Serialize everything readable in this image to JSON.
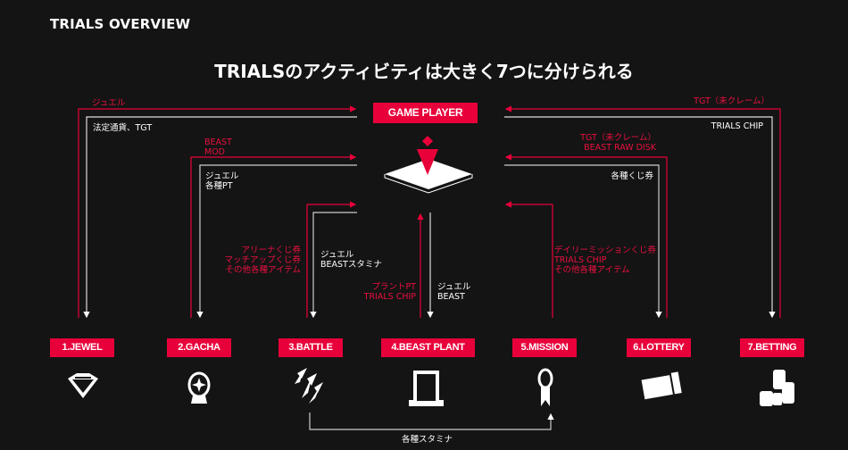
{
  "header": "TRIALS OVERVIEW",
  "title": "TRIALSのアクティビティは大きく7つに分けられる",
  "center": {
    "label": "GAME PLAYER"
  },
  "flows": {
    "jewel_in": "ジュエル",
    "jewel_out": "法定通貨、TGT",
    "gacha_in": [
      "BEAST",
      "MOD"
    ],
    "gacha_out": [
      "ジュエル",
      "各種PT"
    ],
    "battle_in": [
      "アリーナくじ券",
      "マッチアップくじ券",
      "その他各種アイテム"
    ],
    "battle_out": [
      "ジュエル",
      "BEASTスタミナ"
    ],
    "plant_in": [
      "プラントPT",
      "TRIALS CHIP"
    ],
    "plant_out": [
      "ジュエル",
      "BEAST"
    ],
    "mission_in": [
      "デイリーミッションくじ券",
      "TRIALS CHIP",
      "その他各種アイテム"
    ],
    "lottery_in": [
      "TGT（未クレーム）",
      "BEAST RAW DISK"
    ],
    "lottery_out": "各種くじ券",
    "betting_in": "TGT（未クレーム）",
    "betting_out": "TRIALS CHIP",
    "stamina": "各種スタミナ"
  },
  "activities": [
    {
      "label": "1.JEWEL",
      "icon": "diamond-icon"
    },
    {
      "label": "2.GACHA",
      "icon": "gacha-icon"
    },
    {
      "label": "3.BATTLE",
      "icon": "claw-icon"
    },
    {
      "label": "4.BEAST PLANT",
      "icon": "capsule-icon"
    },
    {
      "label": "5.MISSION",
      "icon": "ribbon-icon"
    },
    {
      "label": "6.LOTTERY",
      "icon": "ticket-icon"
    },
    {
      "label": "7.BETTING",
      "icon": "coins-icon"
    }
  ],
  "colors": {
    "accent": "#e8003a",
    "bg": "#141414"
  }
}
